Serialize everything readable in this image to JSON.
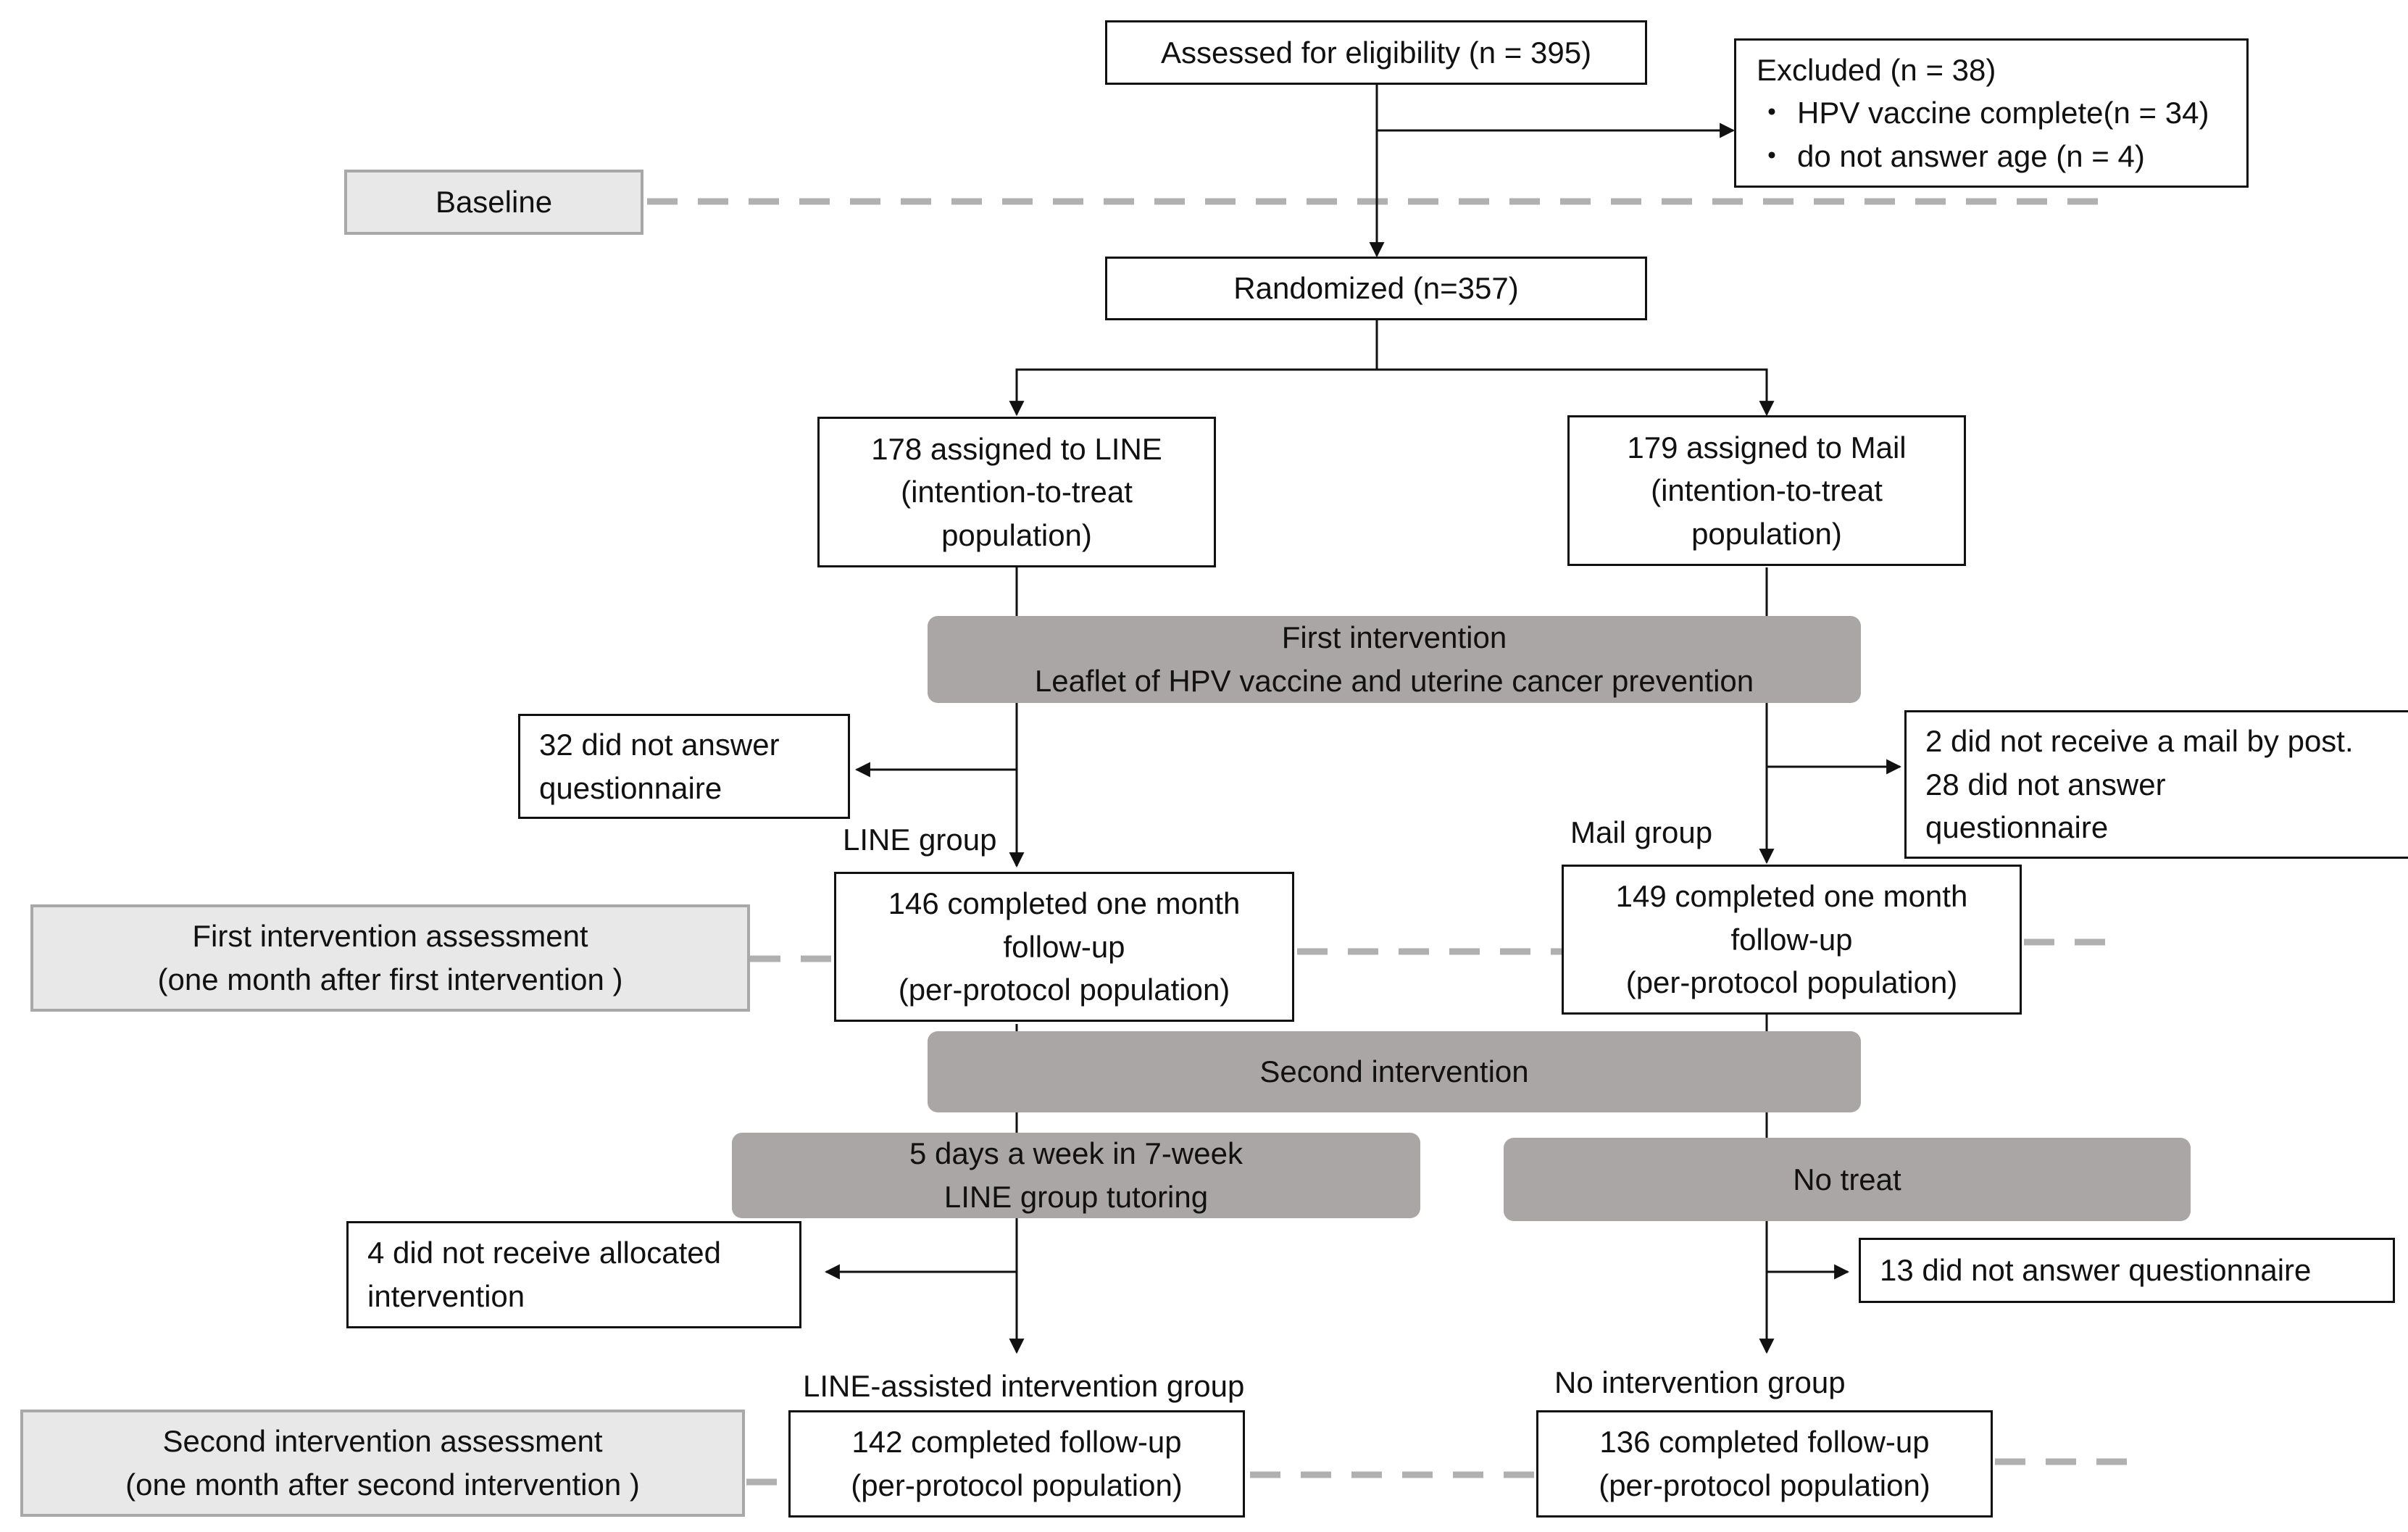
{
  "boxes": {
    "assessed": "Assessed for eligibility (n = 395)",
    "excluded": {
      "title": "Excluded (n = 38)",
      "items": [
        "HPV vaccine complete(n = 34)",
        "do not answer age (n = 4)"
      ]
    },
    "randomized": "Randomized (n=357)",
    "line_assigned": [
      "178 assigned to LINE",
      "(intention-to-treat",
      "population)"
    ],
    "mail_assigned": [
      "179 assigned to Mail",
      "(intention-to-treat",
      "population)"
    ],
    "first_intervention": [
      "First intervention",
      "Leaflet of HPV vaccine and uterine cancer prevention"
    ],
    "line_dropout_1": [
      "32 did not answer",
      "questionnaire"
    ],
    "mail_dropout_1": [
      "2 did not receive a mail by post.",
      "28 did not answer",
      "questionnaire"
    ],
    "line_completed_1": [
      "146 completed one month",
      "follow-up",
      "(per-protocol population)"
    ],
    "mail_completed_1": [
      "149 completed one month",
      "follow-up",
      "(per-protocol population)"
    ],
    "second_intervention": "Second intervention",
    "line_tutoring": [
      "5 days a week in 7-week",
      "LINE group tutoring"
    ],
    "no_treat": "No treat",
    "line_dropout_2": [
      "4 did not receive allocated",
      "intervention"
    ],
    "mail_dropout_2": "13 did not answer questionnaire",
    "line_completed_2": [
      "142 completed follow-up",
      "(per-protocol population)"
    ],
    "mail_completed_2": [
      "136 completed follow-up",
      "(per-protocol population)"
    ]
  },
  "phases": {
    "baseline": "Baseline",
    "first_assessment": [
      "First intervention assessment",
      "(one month after first intervention )"
    ],
    "second_assessment": [
      "Second intervention assessment",
      "(one month after second intervention )"
    ]
  },
  "group_labels": {
    "line_group": "LINE group",
    "mail_group": "Mail group",
    "line_assisted_group": "LINE-assisted intervention group",
    "no_intervention_group": "No intervention group"
  },
  "colors": {
    "band_fill": "#aaa6a5",
    "phase_fill": "#e8e8e8",
    "phase_border": "#a8a8a8",
    "dashed_line": "#b0b0b0",
    "box_border": "#111111"
  }
}
